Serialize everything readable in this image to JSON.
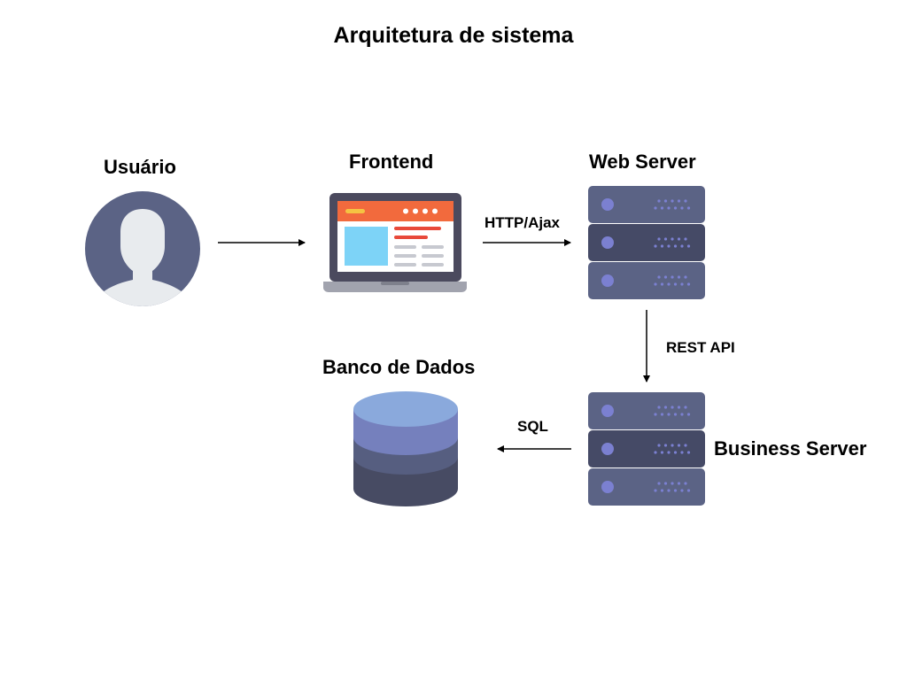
{
  "title": "Arquitetura de sistema",
  "nodes": {
    "user": {
      "label": "Usuário",
      "icon": "user-avatar-icon"
    },
    "frontend": {
      "label": "Frontend",
      "icon": "laptop-icon"
    },
    "web_server": {
      "label": "Web Server",
      "icon": "server-stack-icon"
    },
    "business_server": {
      "label": "Business Server",
      "icon": "server-stack-icon"
    },
    "database": {
      "label": "Banco de Dados",
      "icon": "database-icon"
    }
  },
  "edges": {
    "user_to_frontend": {
      "from": "Usuário",
      "to": "Frontend",
      "label": ""
    },
    "frontend_to_web": {
      "from": "Frontend",
      "to": "Web Server",
      "label": "HTTP/Ajax"
    },
    "web_to_business": {
      "from": "Web Server",
      "to": "Business Server",
      "label": "REST API"
    },
    "business_to_db": {
      "from": "Business Server",
      "to": "Banco de Dados",
      "label": "SQL"
    }
  },
  "colors": {
    "avatar_bg": "#5b6385",
    "avatar_figure": "#e8ebee",
    "laptop_frame": "#4b4a5e",
    "laptop_base": "#a1a3ae",
    "browser_bar": "#f26a3d",
    "browser_accent": "#f5c342",
    "browser_image": "#7dd3f7",
    "browser_text_red": "#e8493a",
    "browser_text_gray": "#c7c9d0",
    "server_unit": "#5b6385",
    "server_unit_dark": "#454a66",
    "server_led": "#7b80d1",
    "db_top": "#8aa9dc",
    "db_layer_1": "#7580bd",
    "db_layer_2": "#565e80",
    "db_layer_3": "#474b63"
  }
}
